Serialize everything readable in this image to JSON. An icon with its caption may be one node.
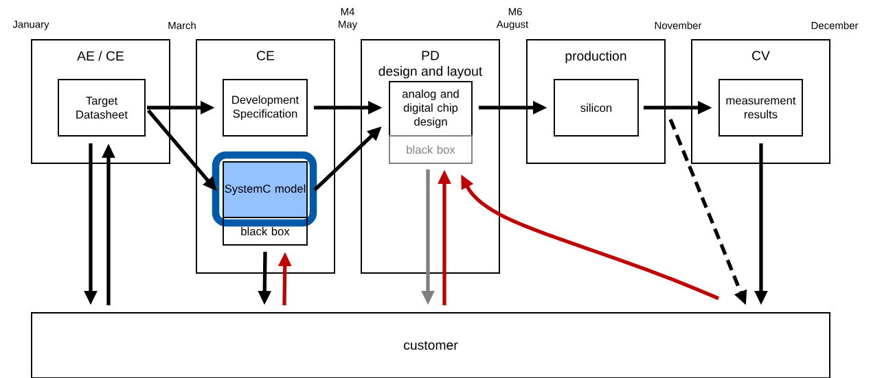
{
  "diagram": {
    "nodes": [
      {
        "text": [
          "AE / CE"
        ]
      },
      {
        "text": [
          "Target Datasheet"
        ],
        "in": 0
      },
      {
        "text": [
          "CE"
        ]
      },
      {
        "text": [
          "Development Specification"
        ],
        "in": 2
      },
      {
        "text": [
          "SystemC model"
        ],
        "in": 2
      },
      {
        "text": [
          "black box"
        ],
        "in": 2
      },
      {
        "text": [
          "PD",
          "design and layout"
        ]
      },
      {
        "text": [
          "analog and digital chip design"
        ],
        "in": 6
      },
      {
        "text": [
          "black box"
        ],
        "in": 6
      },
      {
        "text": [
          "production"
        ]
      },
      {
        "text": [
          "silicon"
        ],
        "in": 9
      },
      {
        "text": [
          "CV"
        ]
      },
      {
        "text": [
          "measurement results"
        ],
        "in": 11
      },
      {
        "text": [
          "customer"
        ]
      }
    ],
    "edges": [
      {
        "from": 1,
        "to": 3,
        "arrow": "to"
      },
      {
        "from": 1,
        "to": 4,
        "arrow": "to"
      },
      {
        "from": 3,
        "to": 7,
        "arrow": "to"
      },
      {
        "from": 4,
        "to": 7,
        "arrow": "to"
      },
      {
        "from": 7,
        "to": 10,
        "arrow": "to"
      },
      {
        "from": 10,
        "to": 12,
        "arrow": "to"
      },
      {
        "from": 1,
        "to": 13,
        "arrow": "to"
      },
      {
        "from": 13,
        "to": 1,
        "arrow": "to"
      },
      {
        "from": 5,
        "to": 13,
        "arrow": "to"
      },
      {
        "from": 13,
        "to": 5,
        "arrow": "to",
        "color": "#c00000"
      },
      {
        "from": 8,
        "to": 13,
        "arrow": "to",
        "color": "#808080"
      },
      {
        "from": 13,
        "to": 8,
        "arrow": "to",
        "color": "#c00000"
      },
      {
        "from": 13,
        "to": 8,
        "arrow": "to",
        "color": "#c00000"
      },
      {
        "from": 10,
        "to": 13,
        "arrow": "to",
        "style": "dashed"
      },
      {
        "from": 12,
        "to": 13,
        "arrow": "to"
      }
    ],
    "labels": [
      "January",
      "March",
      "M4",
      "May",
      "M6",
      "August",
      "November",
      "December"
    ]
  }
}
